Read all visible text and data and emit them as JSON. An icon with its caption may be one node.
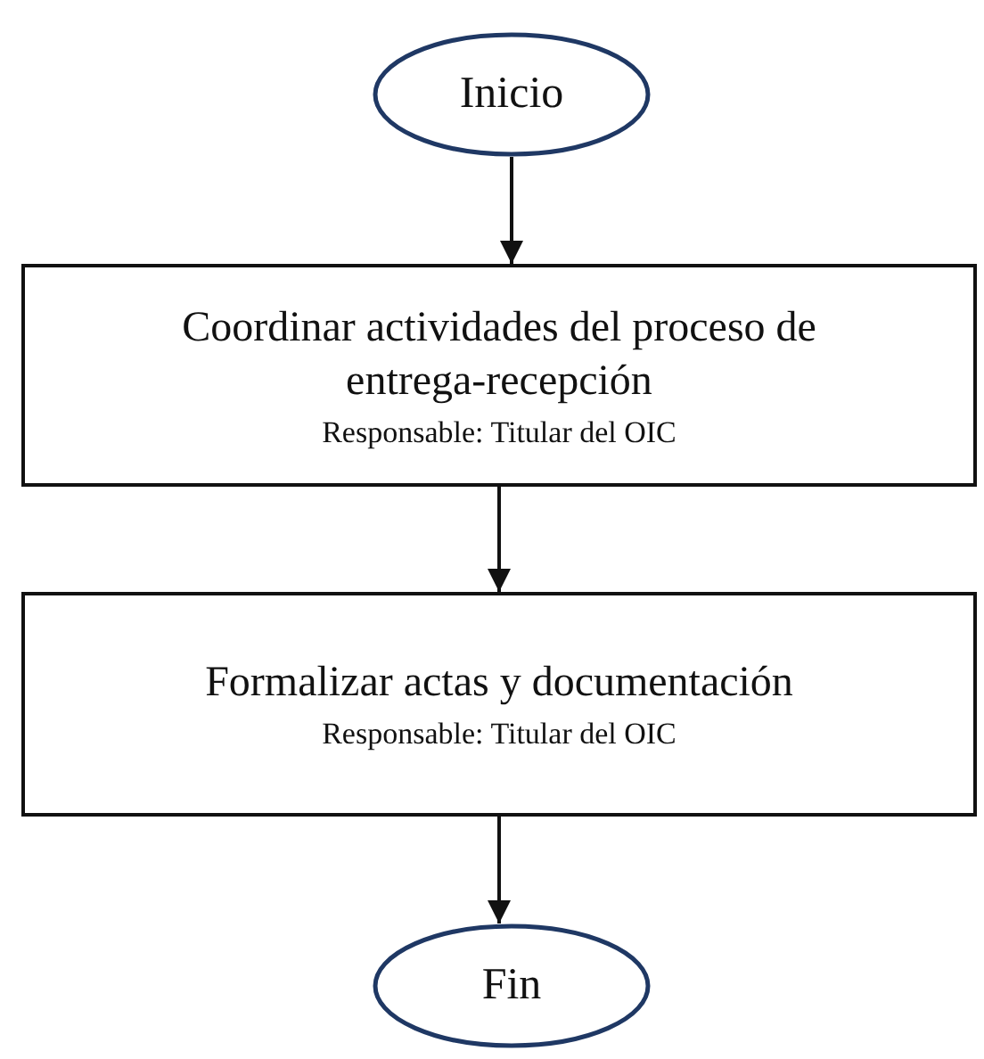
{
  "diagram": {
    "nodes": [
      {
        "text": [
          "Inicio"
        ]
      },
      {
        "text": [
          "Coordinar actividades del proceso de entrega-recepción",
          "Responsable: Titular del OIC"
        ]
      },
      {
        "text": [
          "Formalizar actas y documentación",
          "Responsable: Titular del OIC"
        ]
      },
      {
        "text": [
          "Fin"
        ]
      }
    ],
    "edges": [
      {
        "from": 0,
        "to": 1,
        "arrow": "to"
      },
      {
        "from": 1,
        "to": 2,
        "arrow": "to"
      },
      {
        "from": 2,
        "to": 3,
        "arrow": "to"
      }
    ]
  }
}
